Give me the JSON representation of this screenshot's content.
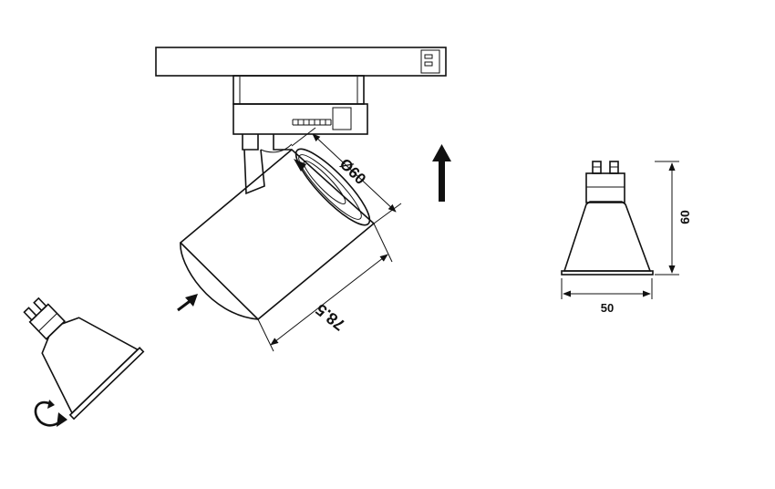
{
  "dimensions": {
    "diameter_label": "Ø60",
    "length_label": "78.5",
    "bulb_height_label": "60",
    "bulb_width_label": "50"
  },
  "colors": {
    "line": "#111111",
    "background": "#ffffff",
    "bulb_gradient_light": "#f4f4f4",
    "bulb_gradient_dark": "#4a4a4a"
  },
  "icons": {
    "insert_arrow": "arrow-up-right-icon",
    "up_arrow": "arrow-up-icon",
    "rotate": "rotate-icon"
  }
}
